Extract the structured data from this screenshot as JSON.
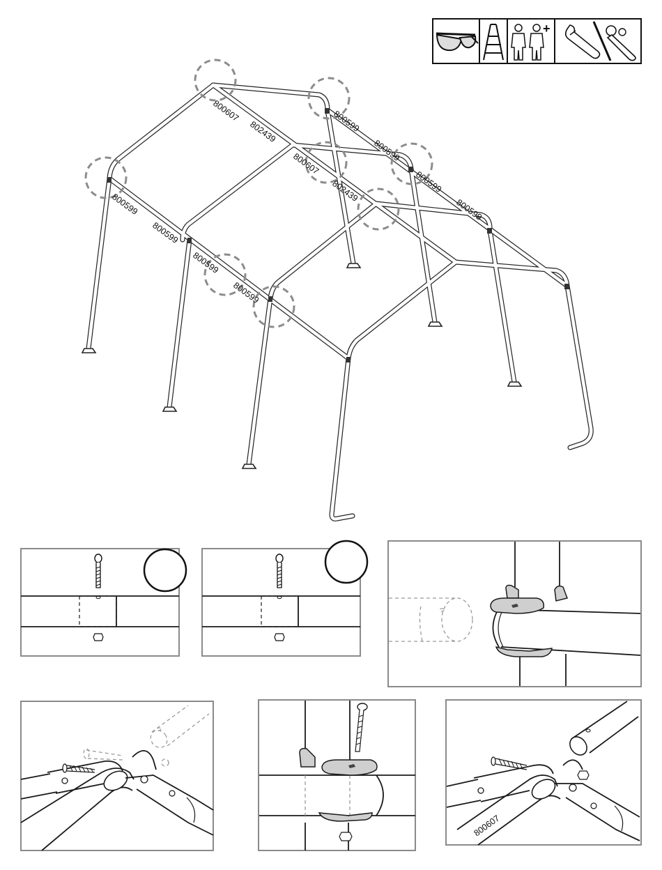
{
  "toolbar": {
    "icons": [
      "safety-glasses-icon",
      "step-ladder-icon",
      "two-person-icon",
      "adjustable-wrench-icon",
      "ratchet-socket-icon"
    ],
    "plus_sign": "+"
  },
  "frame": {
    "parts": {
      "ridge_label_1": "800607",
      "ridge_label_2": "800607",
      "side_rail_label_1": "802439",
      "side_rail_label_2": "802439",
      "short_rail": "800599"
    }
  },
  "details": {
    "detail_b_label": "800607"
  }
}
